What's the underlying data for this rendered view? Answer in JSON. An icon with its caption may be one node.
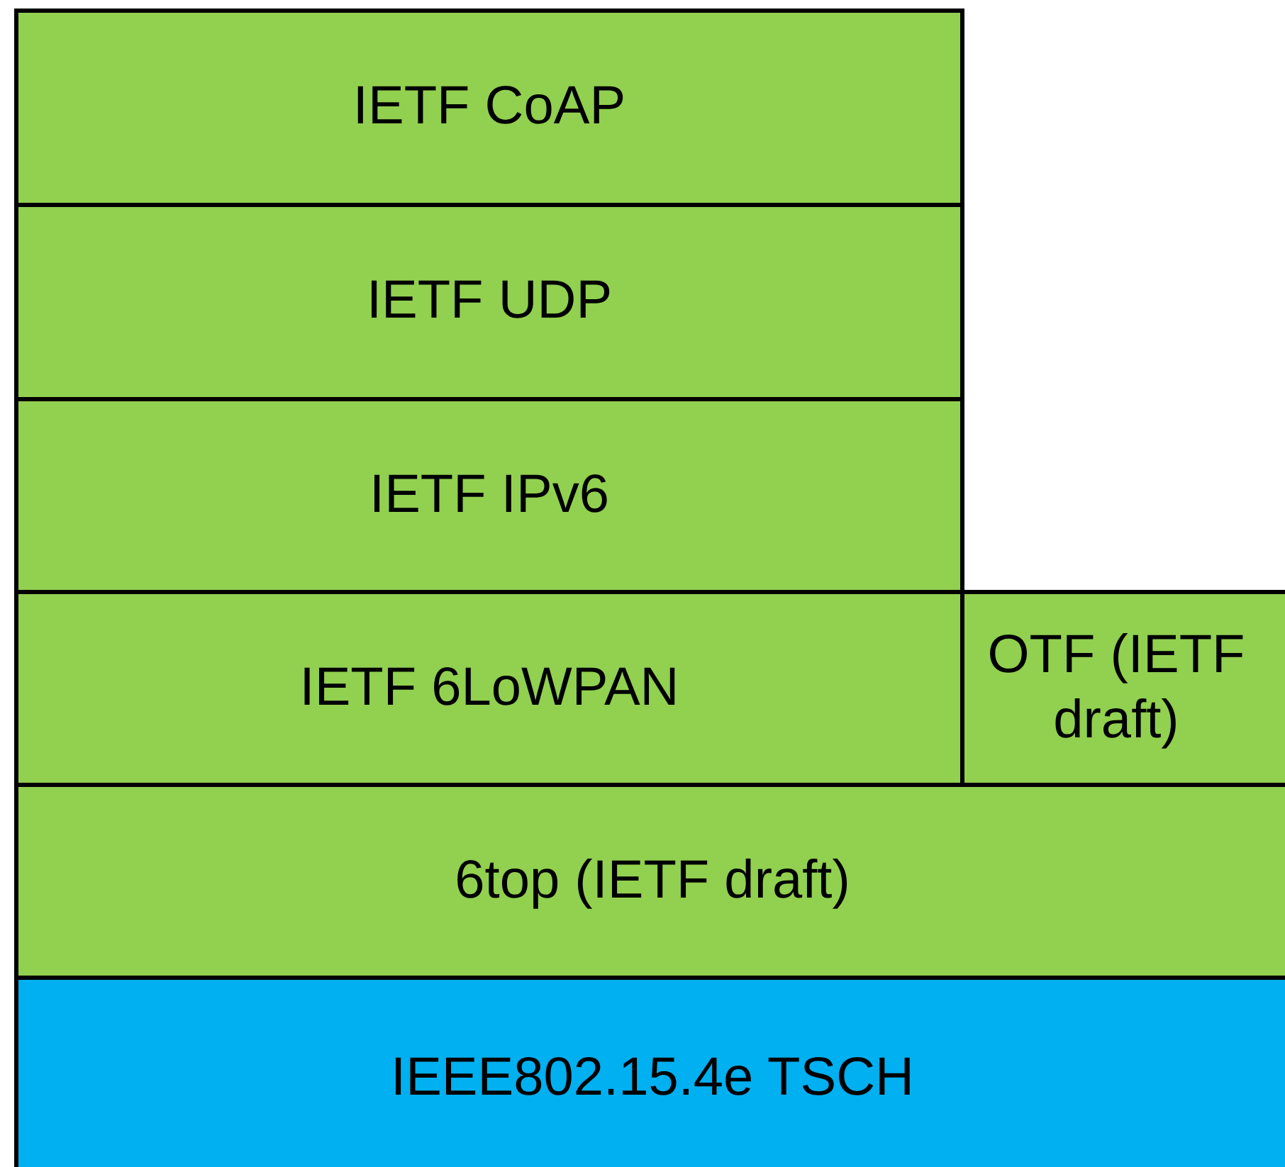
{
  "diagram": {
    "nodes": [
      {
        "text": [
          "IETF CoAP"
        ]
      },
      {
        "text": [
          "IETF UDP"
        ]
      },
      {
        "text": [
          "IETF IPv6"
        ]
      },
      {
        "text": [
          "IETF 6LoWPAN"
        ]
      },
      {
        "text": [
          "OTF (IETF draft)"
        ]
      },
      {
        "text": [
          "6top (IETF draft)"
        ]
      },
      {
        "text": [
          "IEEE802.15.4e TSCH"
        ]
      }
    ]
  }
}
